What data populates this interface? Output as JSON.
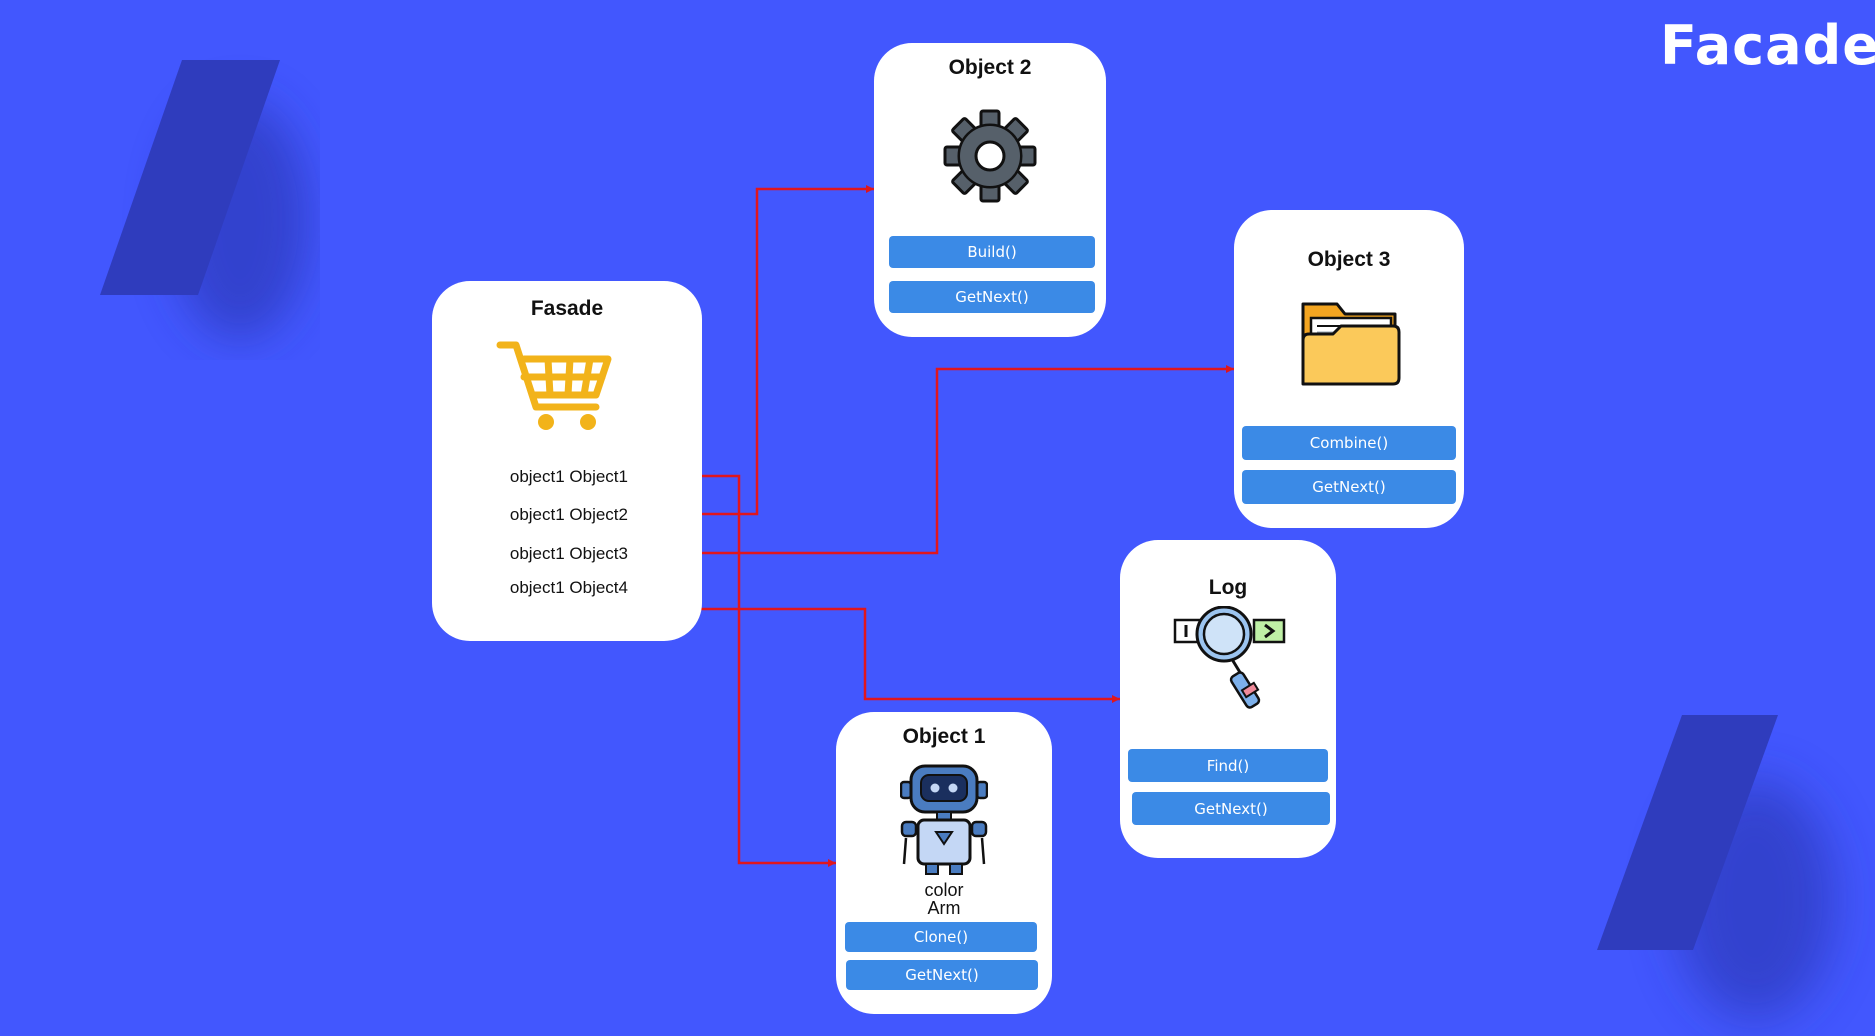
{
  "brand": {
    "title": "Facade"
  },
  "colors": {
    "background": "#4257fe",
    "slash": "#2f3cbd",
    "card": "#ffffff",
    "method_button": "#3b8ae6",
    "connector": "#e0161c",
    "cart": "#f2b31a"
  },
  "facade": {
    "title": "Fasade",
    "icon": "shopping-cart-icon",
    "fields": [
      "object1 Object1",
      "object1 Object2",
      "object1 Object3",
      "object1 Object4"
    ]
  },
  "object2": {
    "title": "Object 2",
    "icon": "gear-icon",
    "methods": [
      "Build()",
      "GetNext()"
    ]
  },
  "object3": {
    "title": "Object 3",
    "icon": "folder-icon",
    "methods": [
      "Combine()",
      "GetNext()"
    ]
  },
  "log": {
    "title": "Log",
    "icon": "log-search-icon",
    "methods": [
      "Find()",
      "GetNext()"
    ]
  },
  "object1": {
    "title": "Object 1",
    "icon": "robot-icon",
    "attributes": [
      "color",
      "Arm"
    ],
    "methods": [
      "Clone()",
      "GetNext()"
    ]
  },
  "connections": [
    {
      "from": "object1 Object1",
      "to": "Object 1"
    },
    {
      "from": "object1 Object2",
      "to": "Object 2"
    },
    {
      "from": "object1 Object3",
      "to": "Object 3"
    },
    {
      "from": "object1 Object4",
      "to": "Log"
    }
  ]
}
